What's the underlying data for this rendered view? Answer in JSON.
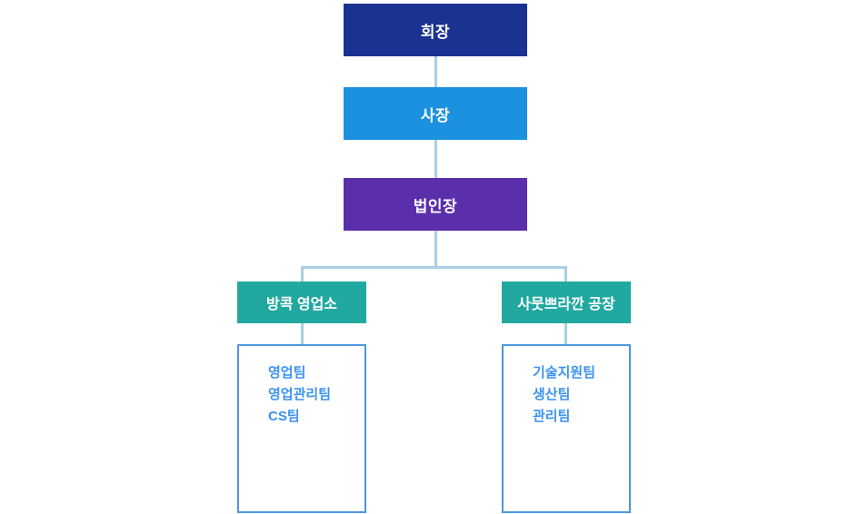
{
  "org_chart": {
    "type": "organization-chart",
    "levels": [
      {
        "id": "chairman",
        "label": "회장",
        "color": "#1A3292"
      },
      {
        "id": "president",
        "label": "사장",
        "color": "#1B91E0"
      },
      {
        "id": "corporate-head",
        "label": "법인장",
        "color": "#5B2EAC"
      }
    ],
    "branches": [
      {
        "id": "bangkok-sales-office",
        "label": "방콕 영업소",
        "color": "#21A8A0",
        "teams": [
          "영업팀",
          "영업관리팀",
          "CS팀"
        ]
      },
      {
        "id": "samut-prakan-factory",
        "label": "사뭇쁘라깐 공장",
        "color": "#21A8A0",
        "teams": [
          "기술지원팀",
          "생산팀",
          "관리팀"
        ]
      }
    ],
    "style_colors": {
      "connector": "#A9CFE5",
      "team_box_border": "#4E96DE",
      "team_text": "#3B93F0",
      "box_text": "#FFFFFF"
    }
  }
}
